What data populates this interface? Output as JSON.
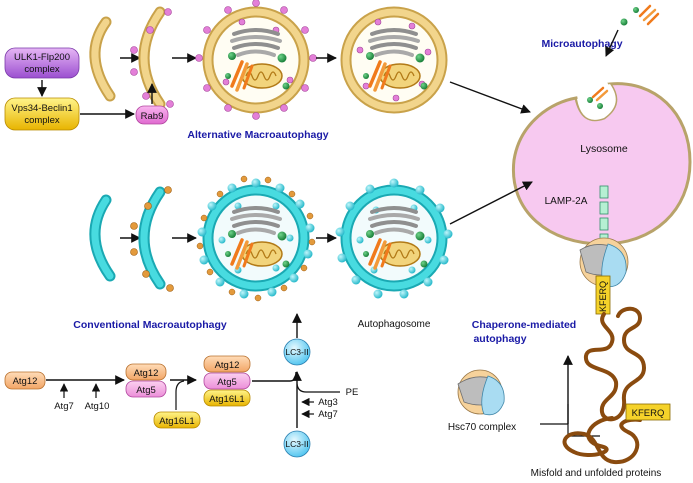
{
  "colors": {
    "outer_membrane": "#e5c77a",
    "inner_membrane": "#c9a24a",
    "lysosome": "#f7c9f0",
    "lc3_membrane": "#34d3d9",
    "pink_dot": "#e37fd8",
    "orange_dot": "#e39a3c",
    "cyan_dot": "#30c7d6",
    "label_blue": "#1a1aa6",
    "protein_brown": "#8a4b0f",
    "kferq_yellow": "#f5d22a"
  },
  "labels": {
    "alternative": "Alternative Macroautophagy",
    "conventional": "Conventional Macroautophagy",
    "micro": "Microautophagy",
    "cma": "Chaperone-mediated",
    "cma2": "autophagy",
    "lysosome": "Lysosome",
    "lamp": "LAMP-2A",
    "autophagosome": "Autophagosome",
    "hsc70": "Hsc70 complex",
    "misfold": "Misfold and unfolded proteins",
    "kferq": "KFERQ",
    "kferq2": "KFERQ"
  },
  "complexes": {
    "ulk1_line1": "ULK1-Flp200",
    "ulk1_line2": "complex",
    "vps34_line1": "Vps34-Beclin1",
    "vps34_line2": "complex",
    "rab9": "Rab9"
  },
  "conjugation": {
    "atg12": "Atg12",
    "atg7": "Atg7",
    "atg10": "Atg10",
    "atg12b": "Atg12",
    "atg5b": "Atg5",
    "atg12c": "Atg12",
    "atg5c": "Atg5",
    "atg16l1c": "Atg16L1",
    "atg16l1": "Atg16L1",
    "lc3ii": "LC3-II",
    "pe": "PE",
    "atg3": "Atg3",
    "atg7b": "Atg7",
    "lc3i": "LC3-II"
  }
}
